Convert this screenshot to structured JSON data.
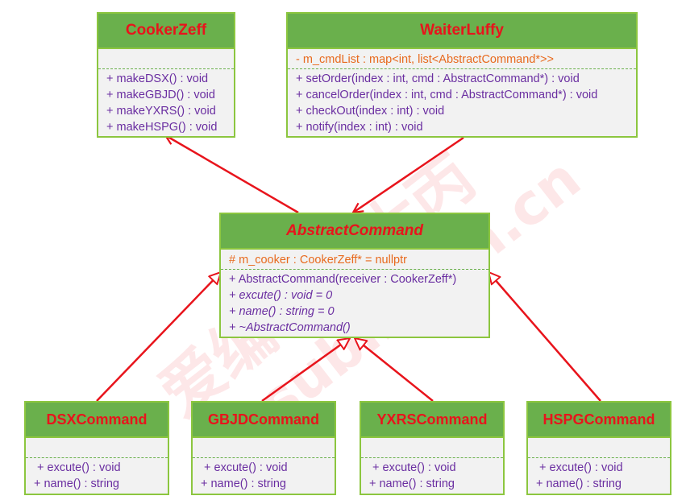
{
  "classes": {
    "cooker": {
      "name": "CookerZeff",
      "attributes": [],
      "methods": [
        "+ makeDSX() : void",
        "+ makeGBJD() : void",
        "+ makeYXRS() : void",
        "+ makeHSPG() : void"
      ]
    },
    "waiter": {
      "name": "WaiterLuffy",
      "attributes": [
        "- m_cmdList : map<int, list<AbstractCommand*>>"
      ],
      "methods": [
        "+ setOrder(index : int, cmd : AbstractCommand*) : void",
        "+ cancelOrder(index : int, cmd : AbstractCommand*) : void",
        "+ checkOut(index : int) : void",
        "+ notify(index : int) : void"
      ]
    },
    "abstract": {
      "name": "AbstractCommand",
      "attributes": [
        "# m_cooker : CookerZeff* = nullptr"
      ],
      "methods": [
        "+ AbstractCommand(receiver : CookerZeff*)",
        "+ excute() : void = 0",
        "+ name() : string = 0",
        "+ ~AbstractCommand()"
      ]
    },
    "dsx": {
      "name": "DSXCommand",
      "attributes": [],
      "methods": [
        " + excute() : void",
        "+ name() : string"
      ]
    },
    "gbjd": {
      "name": "GBJDCommand",
      "attributes": [],
      "methods": [
        " + excute() : void",
        "+ name() : string"
      ]
    },
    "yxrs": {
      "name": "YXRSCommand",
      "attributes": [],
      "methods": [
        " + excute() : void",
        "+ name() : string"
      ]
    },
    "hspg": {
      "name": "HSPGCommand",
      "attributes": [],
      "methods": [
        " + excute() : void",
        "+ name() : string"
      ]
    }
  },
  "colors": {
    "header_fill": "#6ab04c",
    "border": "#8cc63f",
    "body_fill": "#f2f2f2",
    "class_name": "#e8141c",
    "method_text": "#6a2ea1",
    "attribute_text": "#e86a1e",
    "connector": "#e8141c"
  },
  "watermark": "爱编程的大丙 subingen.cn"
}
